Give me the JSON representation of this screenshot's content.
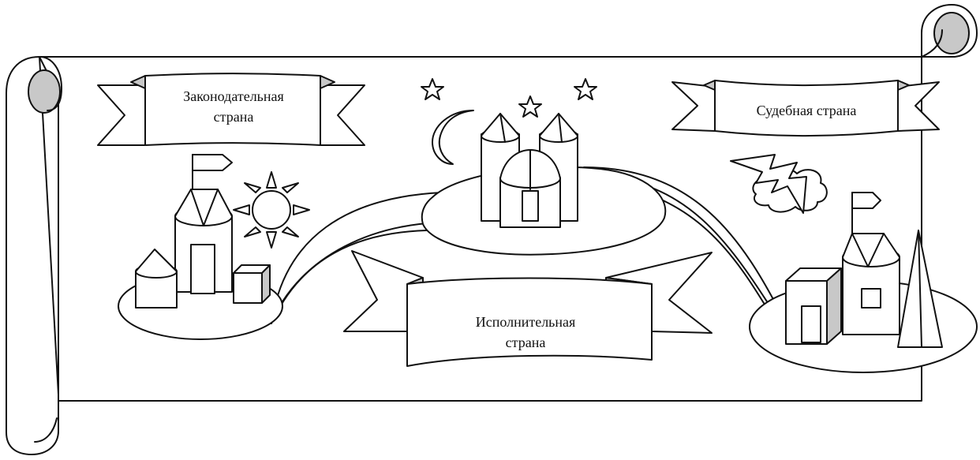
{
  "banners": {
    "legislative": {
      "line1": "Законодательная",
      "line2": "страна"
    },
    "judicial": {
      "line1": "Судебная страна"
    },
    "executive": {
      "line1": "Исполнительная",
      "line2": "страна"
    }
  },
  "icons": [
    "scroll-icon",
    "banner-icon",
    "castle-icon",
    "sun-icon",
    "moon-icon",
    "star-icon",
    "lightning-icon",
    "cloud-icon",
    "flag-icon",
    "island-icon",
    "bridge-icon"
  ],
  "colors": {
    "stroke": "#111111",
    "fill": "#ffffff",
    "shade": "#c8c8c8"
  }
}
